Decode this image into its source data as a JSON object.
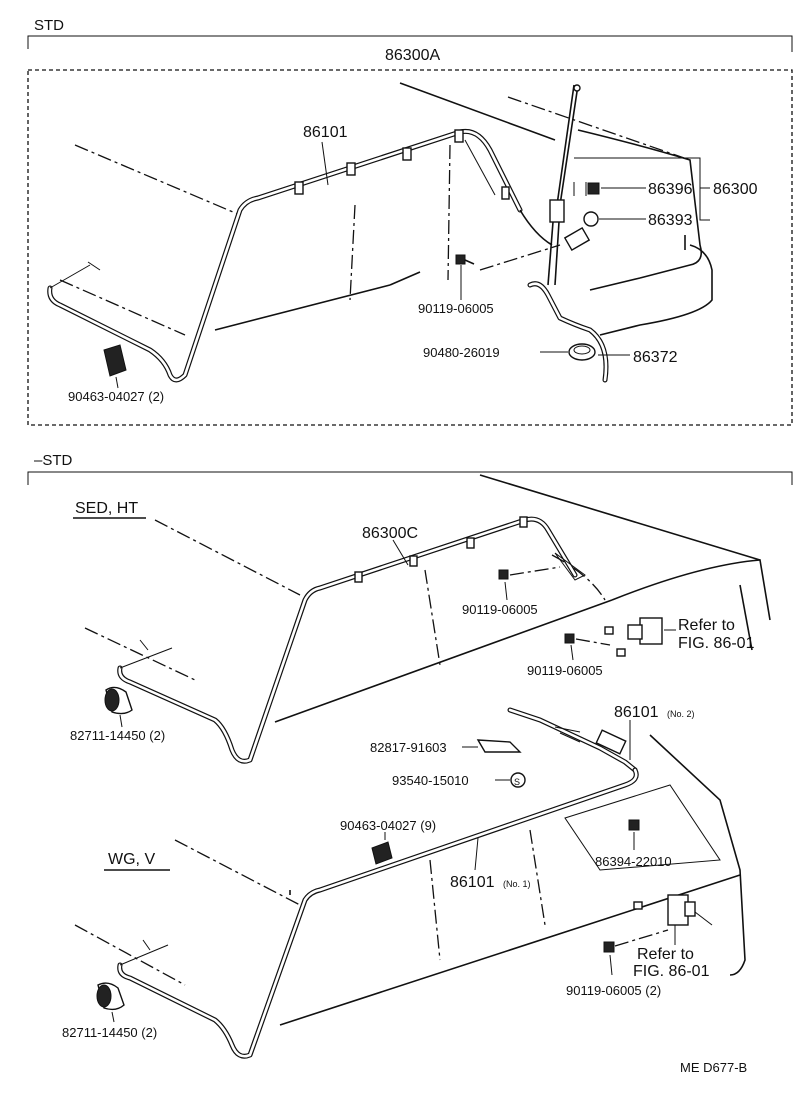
{
  "sections": {
    "top": {
      "header": "STD",
      "assembly": "86300A",
      "labels": {
        "cable": "86101",
        "cap": "86396",
        "nut": "86393",
        "antenna_assy": "86300",
        "bolt": "90119-06005",
        "grommet": "90480-26019",
        "lead": "86372",
        "clamp": "90463-04027 (2)"
      }
    },
    "bottom": {
      "header": "–STD",
      "sub_sed": "SED, HT",
      "sub_wg": "WG, V",
      "labels": {
        "cable_c": "86300C",
        "bolt_a": "90119-06005",
        "refer_a1": "Refer to",
        "refer_a2": "FIG. 86-01",
        "bolt_b": "90119-06005",
        "clamp_sed": "82711-14450 (2)",
        "cable_no2_num": "86101",
        "cable_no2_tag": "(No. 2)",
        "bracket": "82817-91603",
        "screw": "93540-15010",
        "clamp_wg_top": "90463-04027 (9)",
        "cable_no1_num": "86101",
        "cable_no1_tag": "(No. 1)",
        "bolt_c": "86394-22010",
        "refer_b1": "Refer to",
        "refer_b2": "FIG. 86-01",
        "bolt_d": "90119-06005 (2)",
        "clamp_wg": "82711-14450 (2)"
      }
    }
  },
  "footer": "ME  D677-B"
}
